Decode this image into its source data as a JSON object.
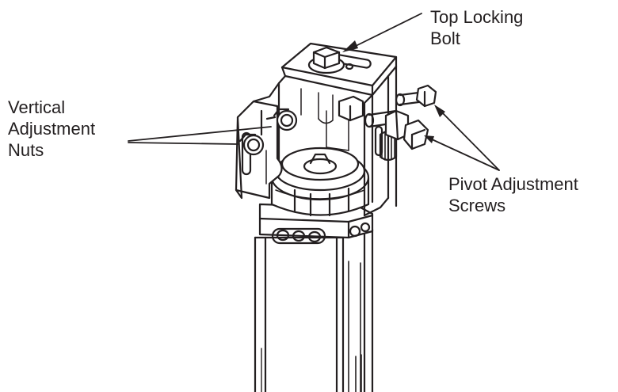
{
  "colors": {
    "ink": "#231f20",
    "paper": "#ffffff",
    "shade": "#cfcfcf"
  },
  "labels": {
    "top_locking_bolt": {
      "line1": "Top Locking",
      "line2": "Bolt"
    },
    "vertical_adjustment_nuts": {
      "line1": "Vertical",
      "line2": "Adjustment",
      "line3": "Nuts"
    },
    "pivot_adjustment_screws": {
      "line1": "Pivot Adjustment",
      "line2": "Screws"
    }
  }
}
